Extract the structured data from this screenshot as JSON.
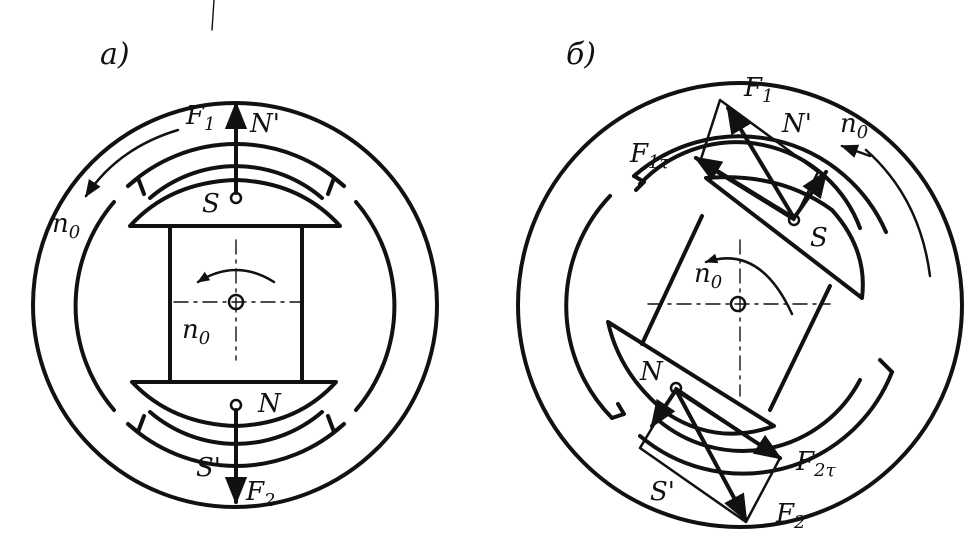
{
  "panel_a": {
    "tag": "a)",
    "F1": "F",
    "F1_sub": "1",
    "N_prime": "N'",
    "S": "S",
    "N": "N",
    "S_prime": "S'",
    "F2": "F",
    "F2_sub": "2",
    "n0_outer": "n",
    "n0_outer_sub": "0",
    "n0_rotor": "n",
    "n0_rotor_sub": "0"
  },
  "panel_b": {
    "tag": "б)",
    "F1": "F",
    "F1_sub": "1",
    "N_prime": "N'",
    "n0_outer": "n",
    "n0_outer_sub": "0",
    "F1t": "F",
    "F1t_sub": "1τ",
    "S": "S",
    "n0_rotor": "n",
    "n0_rotor_sub": "0",
    "N": "N",
    "S_prime": "S'",
    "F2t": "F",
    "F2t_sub": "2τ",
    "F2": "F",
    "F2_sub": "2"
  }
}
